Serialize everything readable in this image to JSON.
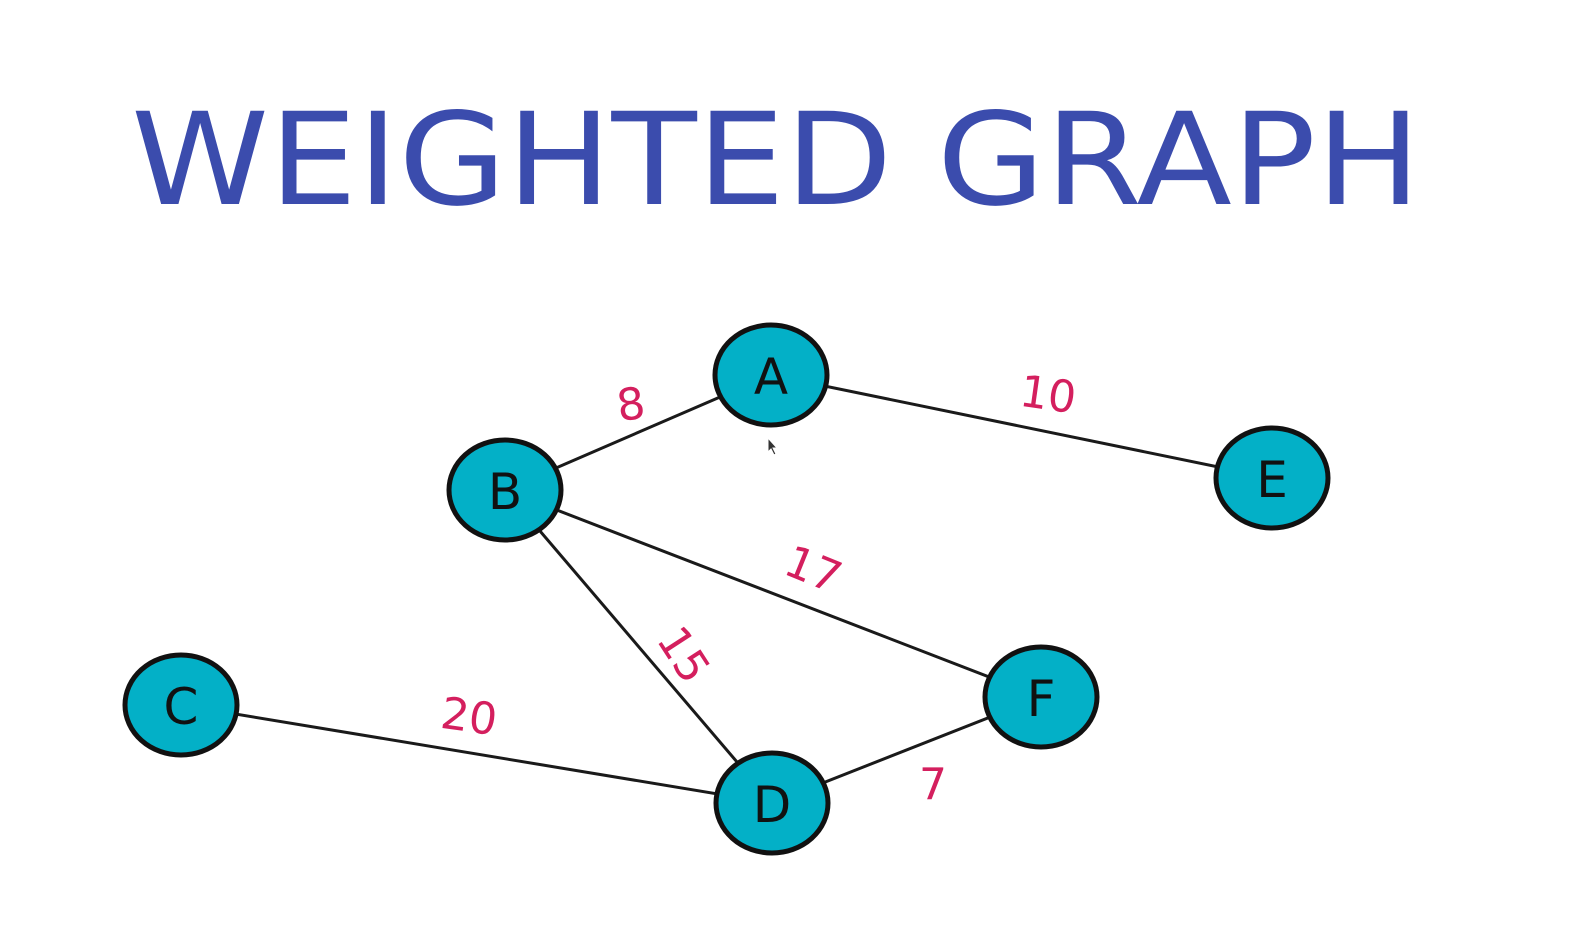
{
  "title": "WEIGHTED GRAPH",
  "colors": {
    "title": "#3b4cad",
    "node_fill": "#03b0c7",
    "node_stroke": "#111111",
    "edge": "#1a1a1a",
    "weight": "#d41f5e",
    "label": "#111111"
  },
  "nodes": [
    {
      "id": "A",
      "label": "A"
    },
    {
      "id": "B",
      "label": "B"
    },
    {
      "id": "C",
      "label": "C"
    },
    {
      "id": "D",
      "label": "D"
    },
    {
      "id": "E",
      "label": "E"
    },
    {
      "id": "F",
      "label": "F"
    }
  ],
  "edges": [
    {
      "from": "B",
      "to": "A",
      "weight": "8"
    },
    {
      "from": "A",
      "to": "E",
      "weight": "10"
    },
    {
      "from": "B",
      "to": "F",
      "weight": "17"
    },
    {
      "from": "B",
      "to": "D",
      "weight": "15"
    },
    {
      "from": "C",
      "to": "D",
      "weight": "20"
    },
    {
      "from": "D",
      "to": "F",
      "weight": "7"
    }
  ]
}
